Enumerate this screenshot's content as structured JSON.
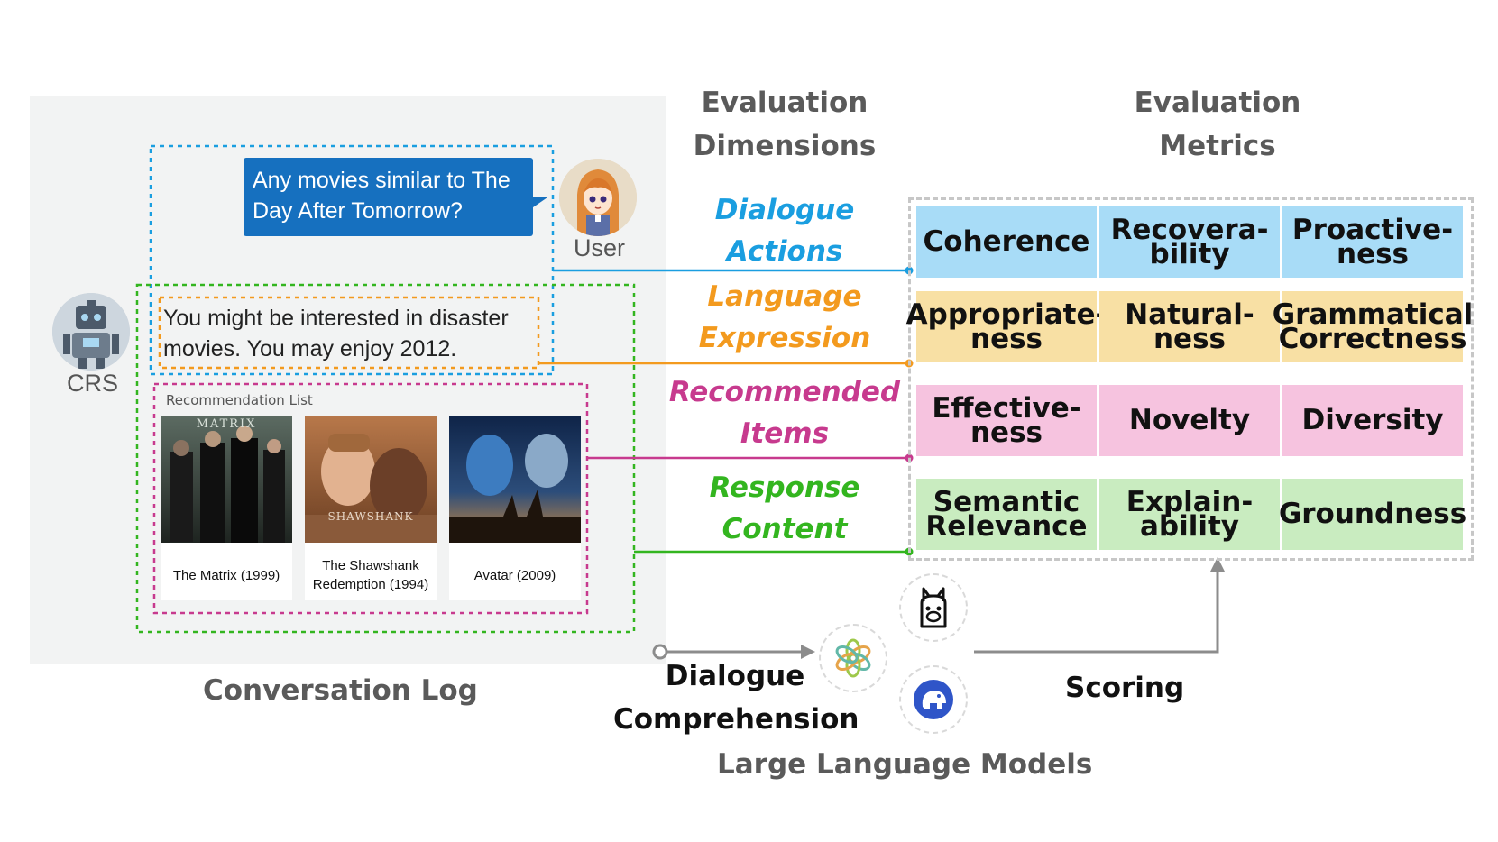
{
  "headings": {
    "dimensions_line1": "Evaluation",
    "dimensions_line2": "Dimensions",
    "metrics_line1": "Evaluation",
    "metrics_line2": "Metrics",
    "conversation_log": "Conversation Log",
    "llms": "Large Language Models"
  },
  "conversation": {
    "user_message": "Any movies similar to The Day After Tomorrow?",
    "user_label": "User",
    "crs_label": "CRS",
    "crs_message": "You might be interested in disaster movies. You may enjoy 2012.",
    "rec_list_title": "Recommendation List",
    "movies": [
      {
        "title": "The Matrix (1999)",
        "poster_text": "MATRIX"
      },
      {
        "title": "The Shawshank Redemption (1994)",
        "poster_text": "SHAWSHANK"
      },
      {
        "title": "Avatar (2009)",
        "poster_text": ""
      }
    ]
  },
  "dimensions": [
    {
      "line1": "Dialogue",
      "line2": "Actions",
      "color": "#1a9ee0"
    },
    {
      "line1": "Language",
      "line2": "Expression",
      "color": "#f39a1e"
    },
    {
      "line1": "Recommended",
      "line2": "Items",
      "color": "#c73a8e"
    },
    {
      "line1": "Response",
      "line2": "Content",
      "color": "#33b51f"
    }
  ],
  "metrics": [
    [
      "Coherence",
      "Recovera-\nbility",
      "Proactive-\nness"
    ],
    [
      "Appropriate-\nness",
      "Natural-\nness",
      "Grammatical\nCorrectness"
    ],
    [
      "Effective-\nness",
      "Novelty",
      "Diversity"
    ],
    [
      "Semantic\nRelevance",
      "Explain-\nability",
      "Groundness"
    ]
  ],
  "flow": {
    "input_line1": "Dialogue",
    "input_line2": "Comprehension",
    "output": "Scoring"
  },
  "icons": {
    "openai": "openai-logo-icon",
    "llama": "llama-icon",
    "vicuna": "vicuna-logo-icon",
    "user": "user-avatar",
    "crs": "robot-avatar"
  }
}
